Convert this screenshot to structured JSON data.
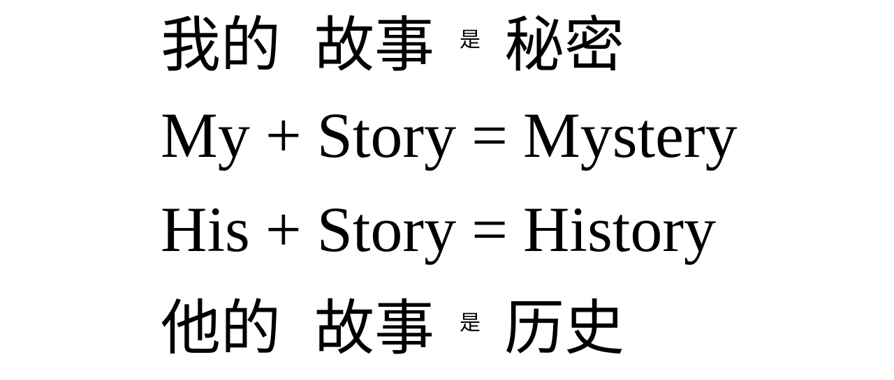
{
  "row1": {
    "word1": "我的",
    "word2": "故事",
    "connector": "是",
    "word3": "秘密"
  },
  "row2": {
    "term1": "My",
    "op1": "+",
    "term2": "Story",
    "op2": "=",
    "result": "Mystery"
  },
  "row3": {
    "term1": "His",
    "op1": "+",
    "term2": "Story",
    "op2": "=",
    "result": "History"
  },
  "row4": {
    "word1": "他的",
    "word2": "故事",
    "connector": "是",
    "word3": "历史"
  }
}
